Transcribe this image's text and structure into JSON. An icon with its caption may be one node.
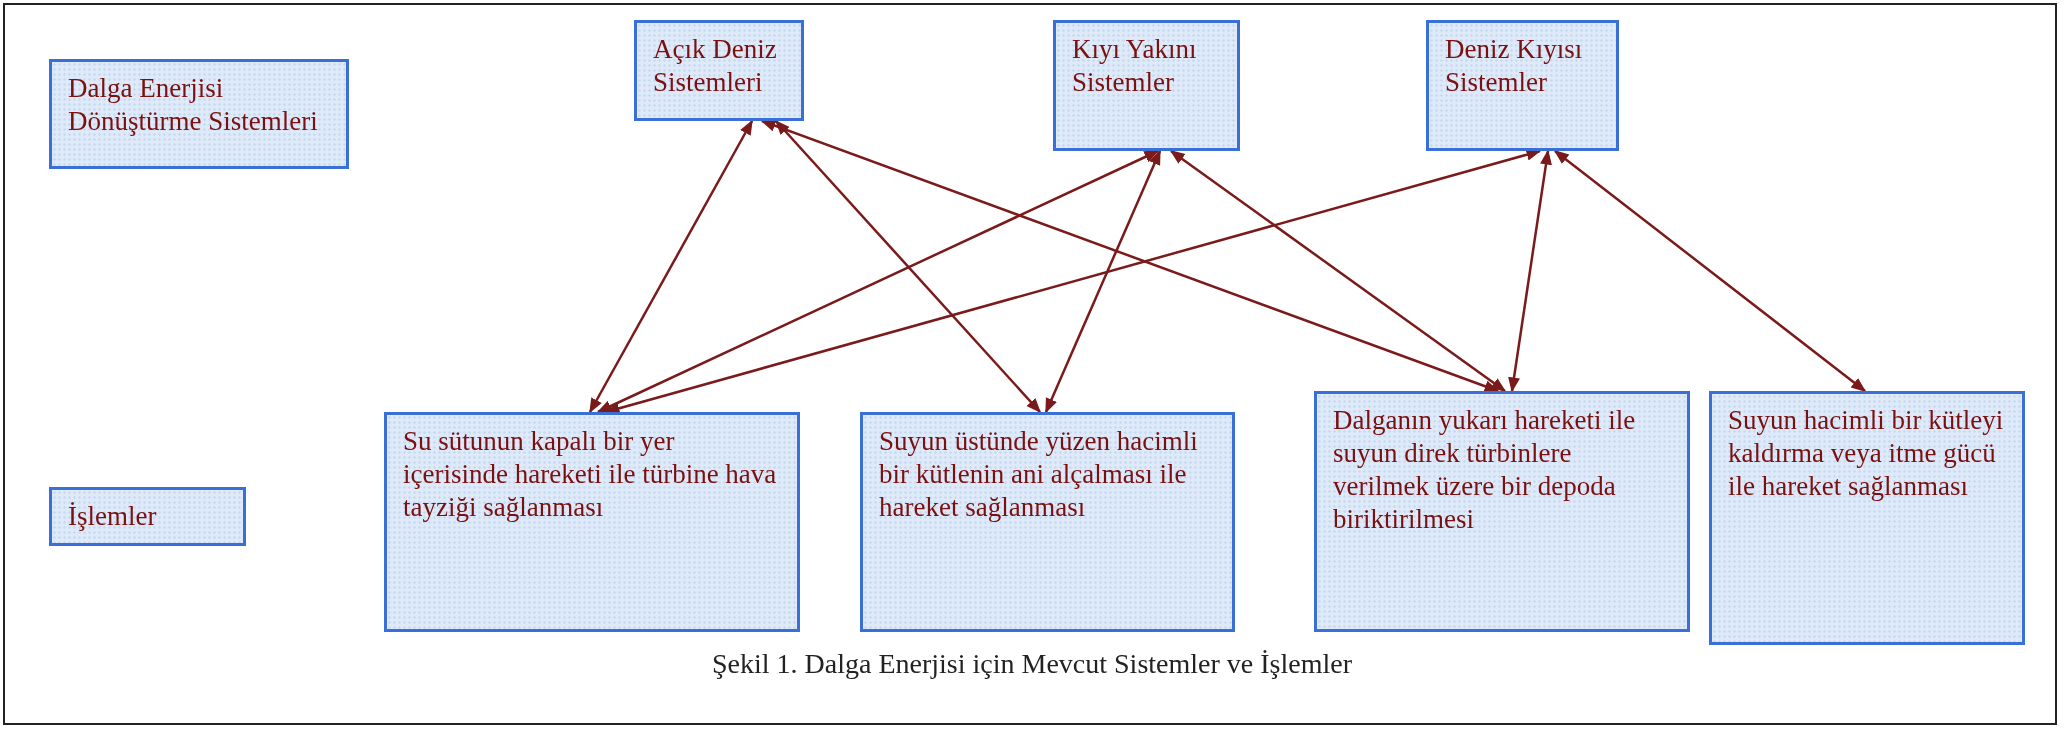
{
  "diagram": {
    "caption": "Şekil 1. Dalga Enerjisi için Mevcut Sistemler ve İşlemler",
    "nodes": [
      {
        "text": [
          "Dalga Enerjisi Dönüştürme Sistemleri"
        ]
      },
      {
        "text": [
          "Açık Deniz Sistemleri"
        ]
      },
      {
        "text": [
          "Kıyı Yakını Sistemler"
        ]
      },
      {
        "text": [
          "Deniz Kıyısı Sistemler"
        ]
      },
      {
        "text": [
          "İşlemler"
        ]
      },
      {
        "text": [
          "Su sütunun kapalı bir yer içerisinde hareketi ile türbine hava tayziği sağlanması"
        ]
      },
      {
        "text": [
          "Suyun üstünde yüzen hacimli bir kütlenin ani alçalması ile hareket sağlanması"
        ]
      },
      {
        "text": [
          "Dalganın yukarı hareketi ile suyun direk türbinlere verilmek üzere bir depoda biriktirilmesi"
        ]
      },
      {
        "text": [
          "Suyun hacimli bir kütleyi kaldırma veya itme gücü ile hareket sağlanması"
        ]
      }
    ],
    "edges": [
      {
        "from": 1,
        "to": 5,
        "arrow": "both"
      },
      {
        "from": 1,
        "to": 6,
        "arrow": "both"
      },
      {
        "from": 1,
        "to": 7,
        "arrow": "both"
      },
      {
        "from": 2,
        "to": 5,
        "arrow": "both"
      },
      {
        "from": 2,
        "to": 6,
        "arrow": "both"
      },
      {
        "from": 2,
        "to": 7,
        "arrow": "both"
      },
      {
        "from": 3,
        "to": 5,
        "arrow": "both"
      },
      {
        "from": 3,
        "to": 7,
        "arrow": "both"
      },
      {
        "from": 3,
        "to": 8,
        "arrow": "both"
      }
    ]
  }
}
